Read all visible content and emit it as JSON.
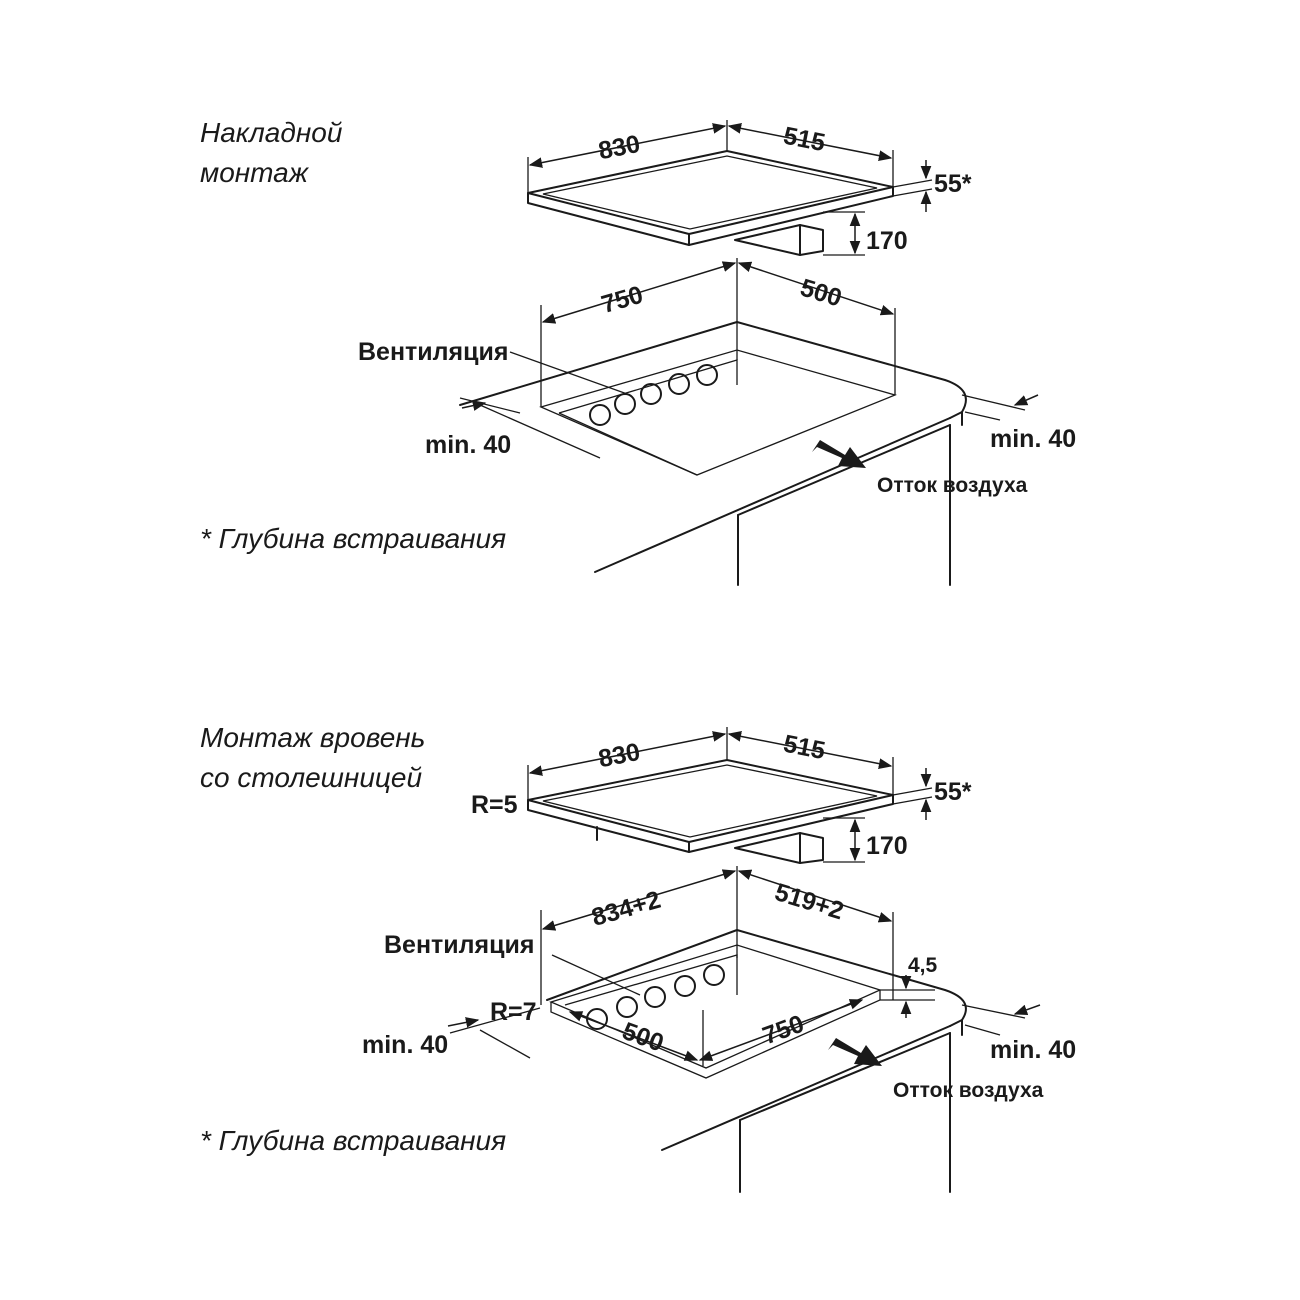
{
  "top": {
    "title_line1": "Накладной",
    "title_line2": "монтаж",
    "hob_width": "830",
    "hob_depth": "515",
    "hob_height": "55*",
    "hob_box_height": "170",
    "cutout_width": "750",
    "cutout_depth": "500",
    "ventilation": "Вентиляция",
    "min_left": "min. 40",
    "min_right": "min. 40",
    "air_out": "Отток воздуха",
    "footnote": "* Глубина встраивания"
  },
  "bottom": {
    "title_line1": "Монтаж вровень",
    "title_line2": "со столешницей",
    "hob_width": "830",
    "hob_depth": "515",
    "hob_height": "55*",
    "hob_box_height": "170",
    "radius_hob": "R=5",
    "cutout_width": "834+2",
    "cutout_depth": "519+2",
    "rebate_depth": "4,5",
    "ventilation": "Вентиляция",
    "radius_cutout": "R=7",
    "inner_depth": "500",
    "inner_width": "750",
    "min_left": "min. 40",
    "min_right": "min. 40",
    "air_out": "Отток воздуха",
    "footnote": "* Глубина встраивания"
  }
}
